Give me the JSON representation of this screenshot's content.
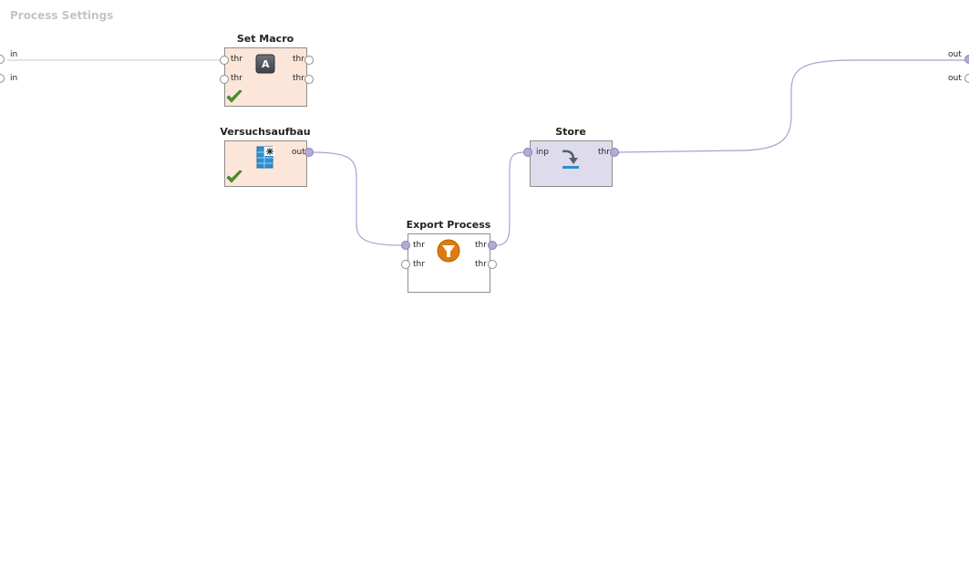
{
  "canvas": {
    "title": "Process Settings"
  },
  "process_ports": {
    "inputs": [
      "in",
      "in"
    ],
    "outputs": [
      "out",
      "out"
    ]
  },
  "operators": {
    "set_macro": {
      "title": "Set Macro",
      "in_ports": [
        "thr",
        "thr"
      ],
      "out_ports": [
        "thr",
        "thr"
      ],
      "icon": "letter-a-icon",
      "icon_letter": "A",
      "status": "success-check"
    },
    "versuchsaufbau": {
      "title": "Versuchsaufbau",
      "out_ports": [
        "out"
      ],
      "icon": "data-table-generate-icon",
      "status": "success-check"
    },
    "export_process": {
      "title": "Export Process",
      "in_ports": [
        "thr",
        "thr"
      ],
      "out_ports": [
        "thr",
        "thr"
      ],
      "icon": "orange-funnel-icon"
    },
    "store": {
      "title": "Store",
      "in_ports": [
        "inp"
      ],
      "out_ports": [
        "thr"
      ],
      "icon": "store-arrow-icon"
    }
  },
  "colors": {
    "wire": "#a9a1d3",
    "plain_wire": "#c8c8c8",
    "peach_box": "#fce5d9",
    "lilac_box": "#dedcec",
    "title_gray": "#c4c4c4",
    "check_green": "#4a9a2a",
    "funnel_orange": "#e07a10"
  }
}
